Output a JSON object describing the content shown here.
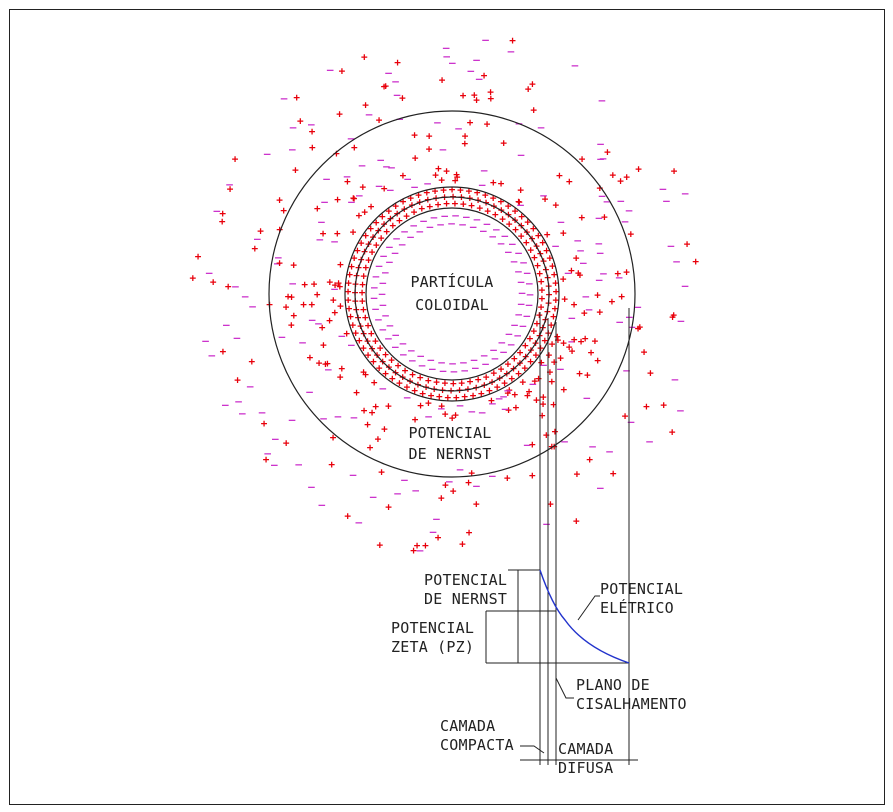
{
  "colors": {
    "positive": "#e8000b",
    "negative": "#cc33cc",
    "curve": "#2233cc",
    "lines": "#222222"
  },
  "particle": {
    "line1": "PARTÍCULA",
    "line2": "COLOIDAL"
  },
  "nernst_inner": {
    "line1": "POTENCIAL",
    "line2": "DE NERNST"
  },
  "graph": {
    "nernst": {
      "line1": "POTENCIAL",
      "line2": "DE NERNST"
    },
    "zeta": {
      "line1": "POTENCIAL",
      "line2": "ZETA (PZ)"
    },
    "electric": {
      "line1": "POTENCIAL",
      "line2": "ELÉTRICO"
    },
    "plane": {
      "line1": "PLANO DE",
      "line2": "CISALHAMENTO"
    },
    "compact": {
      "line1": "CAMADA",
      "line2": "COMPACTA"
    },
    "diffuse": {
      "line1": "CAMADA",
      "line2": "DIFUSA"
    }
  }
}
